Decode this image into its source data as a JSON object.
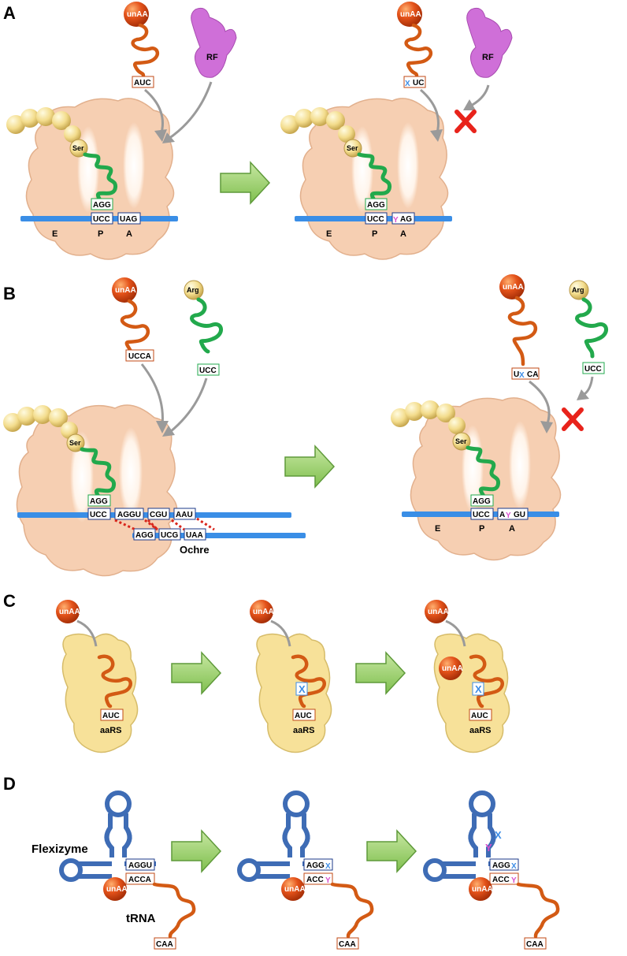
{
  "panels": [
    "A",
    "B",
    "C",
    "D"
  ],
  "panel_a": {
    "left": {
      "una": "unAA",
      "rf": "RF",
      "anticodon": "AUC",
      "ser": "Ser",
      "p_anticodon": "AGG",
      "codon_p": "UCC",
      "codon_a": "UAG",
      "sites": [
        "E",
        "P",
        "A"
      ]
    },
    "right": {
      "una": "unAA",
      "rf": "RF",
      "anticodon_x": "X",
      "anticodon_rest": "UC",
      "ser": "Ser",
      "p_anticodon": "AGG",
      "codon_p": "UCC",
      "codon_y": "Y",
      "codon_rest": "AG",
      "sites": [
        "E",
        "P",
        "A"
      ]
    }
  },
  "panel_b": {
    "left": {
      "una": "unAA",
      "arg": "Arg",
      "una_anticodon": "UCCA",
      "arg_anticodon": "UCC",
      "ser": "Ser",
      "p_anticodon": "AGG",
      "codons_top": [
        "UCC",
        "AGGU",
        "CGU",
        "AAU"
      ],
      "codons_bottom": [
        "AGG",
        "UCG",
        "UAA"
      ],
      "ochre": "Ochre"
    },
    "right": {
      "una": "unAA",
      "arg": "Arg",
      "una_anticodon_u": "U",
      "una_anticodon_x": "X",
      "una_anticodon_rest": "CA",
      "arg_anticodon": "UCC",
      "ser": "Ser",
      "p_anticodon": "AGG",
      "codon_p": "UCC",
      "codon_a_a": "A",
      "codon_a_y": "Y",
      "codon_a_rest": "GU",
      "sites": [
        "E",
        "P",
        "A"
      ]
    }
  },
  "panel_c": {
    "steps": [
      {
        "una": "unAA",
        "anticodon": "AUC",
        "enzyme": "aaRS"
      },
      {
        "una": "unAA",
        "x": "X",
        "anticodon": "AUC",
        "enzyme": "aaRS"
      },
      {
        "una": "unAA",
        "una_bound": "unAA",
        "x": "X",
        "anticodon": "AUC",
        "enzyme": "aaRS"
      }
    ]
  },
  "panel_d": {
    "flexizyme": "Flexizyme",
    "trna": "tRNA",
    "steps": [
      {
        "top": "AGGU",
        "bottom": "ACCA",
        "una": "unAA",
        "anticodon": "CAA"
      },
      {
        "top": "AGG",
        "top_x": "X",
        "bottom": "ACC",
        "bottom_y": "Y",
        "una": "unAA",
        "anticodon": "CAA"
      },
      {
        "top": "AGG",
        "top_x": "X",
        "bottom": "ACC",
        "bottom_y": "Y",
        "una": "unAA",
        "anticodon": "CAA",
        "loop_x": "X",
        "loop_y": "Y"
      }
    ]
  },
  "colors": {
    "ribosome": "#f6cfb2",
    "mrna": "#3a8ee6",
    "trna_orange": "#d35a14",
    "trna_green": "#22a94c",
    "rf": "#cf6fd8",
    "arrow": "#9ccd6a",
    "block": "#e8231b",
    "flexizyme": "#3e6cb5",
    "aars": "#f7e199",
    "x_blue": "#3d8de6",
    "y_pink": "#d84fcf"
  }
}
